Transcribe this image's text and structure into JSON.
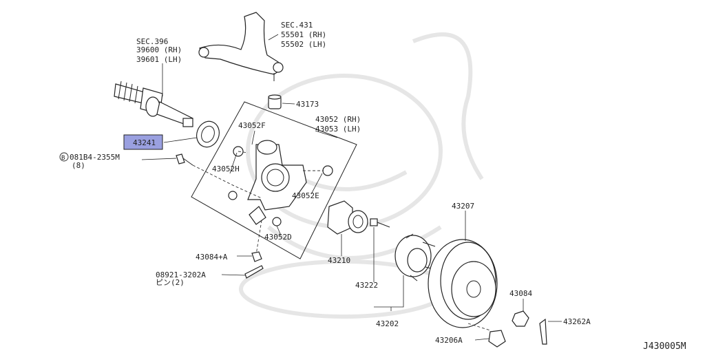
{
  "diagram_id": "J430005M",
  "highlight_color": "#9aa0e0",
  "labels": {
    "sec396_title": "SEC.396",
    "sec396_rh": "39600 (RH)",
    "sec396_lh": "39601 (LH)",
    "sec431_title": "SEC.431",
    "sec431_rh": "55501 (RH)",
    "sec431_lh": "55502 (LH)",
    "p43173": "43173",
    "p43241": "43241",
    "p43052f": "43052F",
    "p43052_rh": "43052 (RH)",
    "p43053_lh": "43053 (LH)",
    "bolt_code": "081B4-2355M",
    "bolt_qty": "(8)",
    "bolt_prefix": "B",
    "p43052h": "43052H",
    "p43052e": "43052E",
    "p43052d": "43052D",
    "p43084a": "43084+A",
    "pin_code": "08921-3202A",
    "pin_sub": "ピン(2)",
    "p43210": "43210",
    "p43222": "43222",
    "p43202": "43202",
    "p43207": "43207",
    "p43084": "43084",
    "p43262a": "43262A",
    "p43206a": "43206A"
  }
}
